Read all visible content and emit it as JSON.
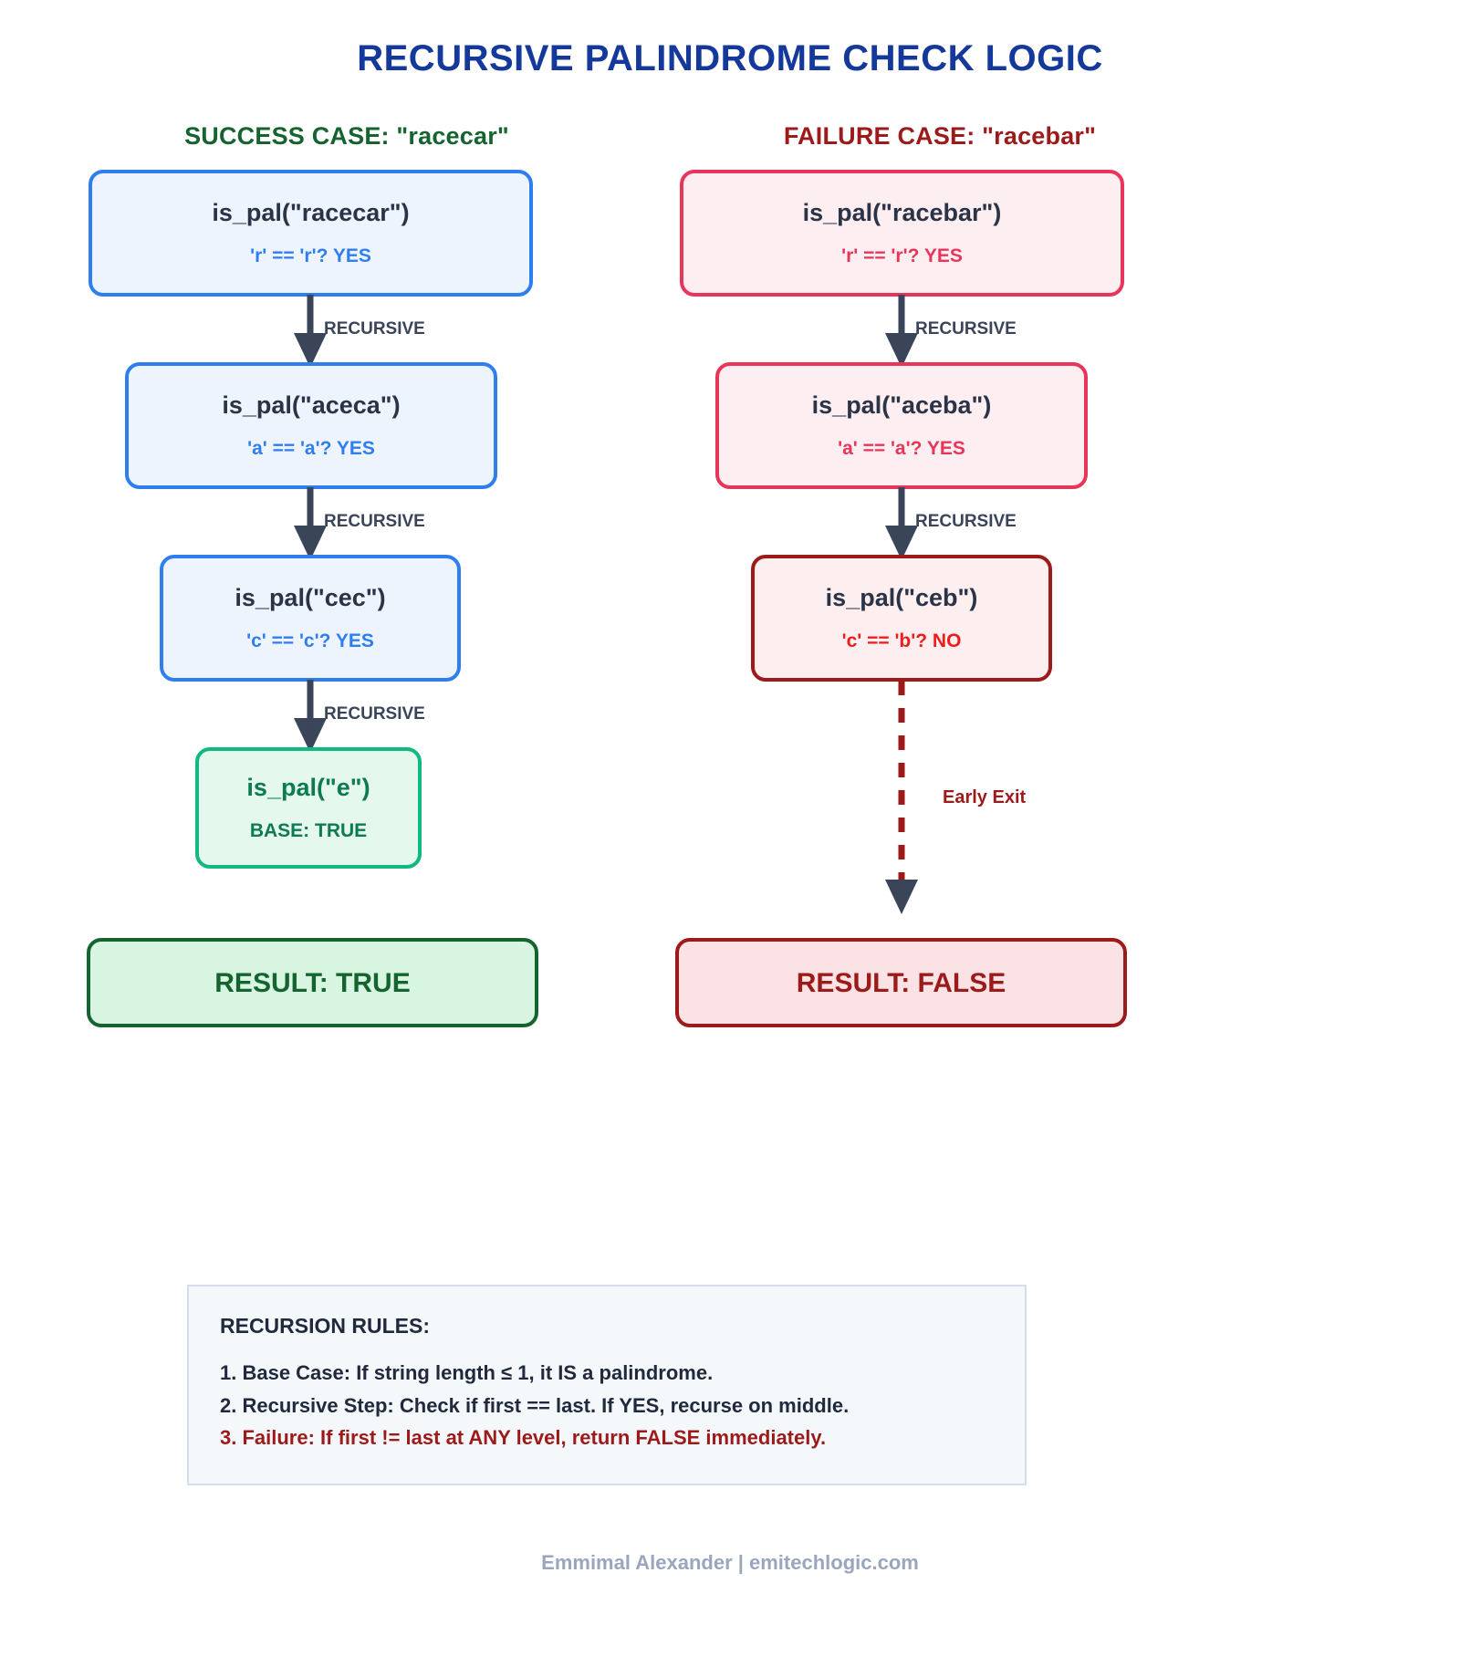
{
  "title": "RECURSIVE PALINDROME CHECK LOGIC",
  "columns": {
    "success": {
      "header": "SUCCESS CASE: \"racecar\"",
      "nodes": [
        {
          "fn": "is_pal(\"racecar\")",
          "cmp": "'r' == 'r'? YES"
        },
        {
          "fn": "is_pal(\"aceca\")",
          "cmp": "'a' == 'a'? YES"
        },
        {
          "fn": "is_pal(\"cec\")",
          "cmp": "'c' == 'c'? YES"
        },
        {
          "fn": "is_pal(\"e\")",
          "cmp": "BASE: TRUE"
        }
      ],
      "arrow_labels": [
        "RECURSIVE",
        "RECURSIVE",
        "RECURSIVE"
      ],
      "result": "RESULT: TRUE"
    },
    "failure": {
      "header": "FAILURE CASE: \"racebar\"",
      "nodes": [
        {
          "fn": "is_pal(\"racebar\")",
          "cmp": "'r' == 'r'? YES"
        },
        {
          "fn": "is_pal(\"aceba\")",
          "cmp": "'a' == 'a'? YES"
        },
        {
          "fn": "is_pal(\"ceb\")",
          "cmp": "'c' == 'b'? NO"
        }
      ],
      "arrow_labels": [
        "RECURSIVE",
        "RECURSIVE"
      ],
      "exit_label": "Early Exit",
      "result": "RESULT: FALSE"
    }
  },
  "rules": {
    "title": "RECURSION RULES:",
    "items": [
      "1. Base Case: If string length ≤ 1, it IS a palindrome.",
      "2. Recursive Step: Check if first == last. If YES, recurse on middle.",
      "3. Failure: If first != last at ANY level, return FALSE immediately."
    ]
  },
  "footer": "Emmimal Alexander | emitechlogic.com",
  "colors": {
    "title": "#14399b",
    "success": "#15642f",
    "failure": "#9c1a1a",
    "blue": "#2f7ef0",
    "green": "#10b981",
    "pink": "#e8355a",
    "darkred": "#9c1a1a",
    "arrow": "#3a4559"
  }
}
